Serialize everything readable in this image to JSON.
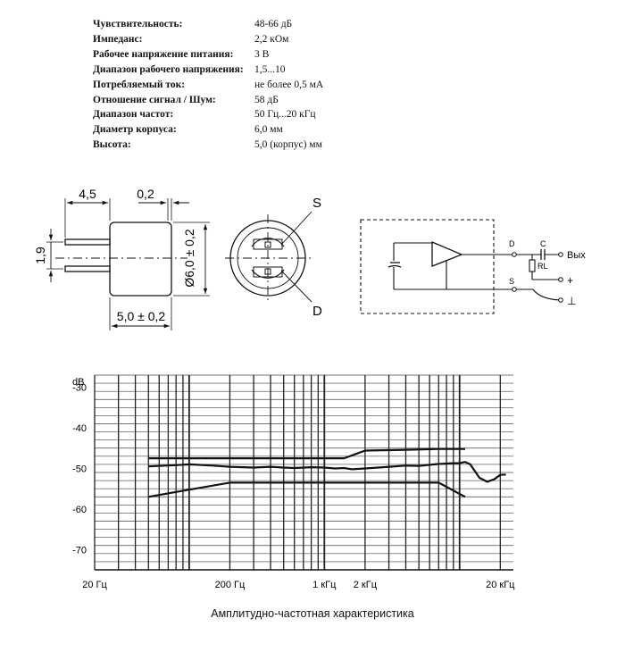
{
  "specs": [
    {
      "label": "Чувствительность:",
      "value": "48-66 дБ"
    },
    {
      "label": "Импеданс:",
      "value": "2,2 кОм"
    },
    {
      "label": "Рабочее напряжение питания:",
      "value": "3 В"
    },
    {
      "label": "Диапазон рабочего напряжения:",
      "value": "1,5...10"
    },
    {
      "label": "Потребляемый ток:",
      "value": "не более 0,5 мА"
    },
    {
      "label": "Отношение сигнал / Шум:",
      "value": "58 дБ"
    },
    {
      "label": "Диапазон частот:",
      "value": "50 Гц...20 кГц"
    },
    {
      "label": "Диаметр корпуса:",
      "value": "6,0 мм"
    },
    {
      "label": "Высота:",
      "value": "5,0 (корпус) мм"
    }
  ],
  "dimensions": {
    "pin_length": "4,5",
    "lead_offset": "0,2",
    "pin_spacing": "1,9",
    "diameter": "Ø6,0 ± 0,2",
    "height": "5,0 ± 0,2"
  },
  "front_view": {
    "source_label": "S",
    "drain_label": "D"
  },
  "circuit": {
    "drain_label": "D",
    "source_label": "S",
    "capacitor_label": "C",
    "resistor_label": "RL",
    "output_label": "Вых",
    "plus_label": "+",
    "ground_label": "⊥"
  },
  "chart_data": {
    "type": "line",
    "ylabel": "dB",
    "xscale": "log",
    "xlim": [
      20,
      25000
    ],
    "ylim": [
      -75,
      -27
    ],
    "yticks": [
      -30,
      -40,
      -50,
      -60,
      -70
    ],
    "xtick_labels": [
      {
        "value": 20,
        "label": "20 Гц"
      },
      {
        "value": 200,
        "label": "200 Гц"
      },
      {
        "value": 1000,
        "label": "1 кГц"
      },
      {
        "value": 2000,
        "label": "2 кГц"
      },
      {
        "value": 20000,
        "label": "20 кГц"
      }
    ],
    "grid": true,
    "series": [
      {
        "x": [
          50,
          80,
          200,
          400,
          1000,
          1400,
          2000,
          4000,
          7000,
          11000
        ],
        "y": [
          -47.5,
          -47.5,
          -47.5,
          -47.5,
          -47.5,
          -47.5,
          -45.6,
          -45.4,
          -45.2,
          -45.2
        ]
      },
      {
        "x": [
          50,
          80,
          200,
          400,
          1000,
          1400,
          2000,
          4000,
          7000,
          11000
        ],
        "y": [
          -57.0,
          -55.8,
          -53.5,
          -53.5,
          -53.5,
          -53.5,
          -53.5,
          -53.5,
          -53.5,
          -57.0
        ]
      },
      {
        "x": [
          50,
          80,
          100,
          150,
          200,
          300,
          400,
          500,
          600,
          800,
          1000,
          1200,
          1400,
          1600,
          2000,
          2500,
          3000,
          4000,
          5000,
          6000,
          7000,
          8000,
          9000,
          10000,
          11000,
          12000,
          14000,
          16000,
          18000,
          20000,
          22000
        ],
        "y": [
          -49.5,
          -49.2,
          -49.0,
          -49.3,
          -49.6,
          -49.8,
          -49.6,
          -49.8,
          -49.9,
          -49.7,
          -49.8,
          -50.0,
          -49.9,
          -50.2,
          -50.0,
          -49.8,
          -49.6,
          -49.3,
          -49.4,
          -49.1,
          -48.9,
          -48.8,
          -48.7,
          -48.7,
          -48.4,
          -49.0,
          -52.3,
          -53.3,
          -52.7,
          -51.6,
          -51.5
        ]
      }
    ]
  },
  "caption": "Амплитудно-частотная характеристика"
}
